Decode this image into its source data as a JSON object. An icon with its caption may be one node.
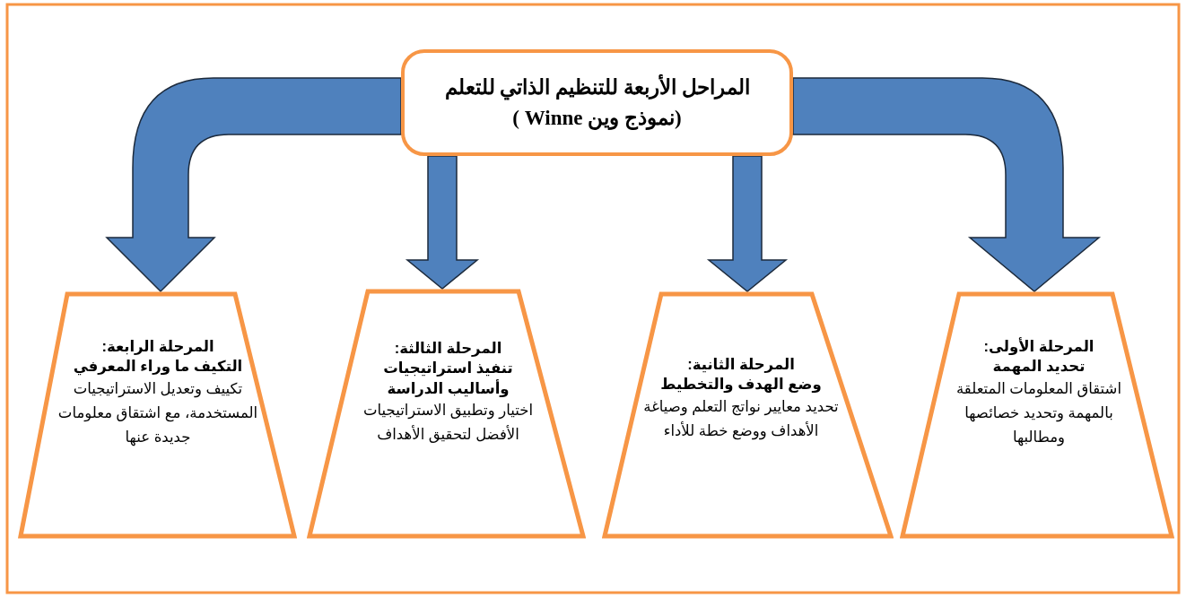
{
  "diagram": {
    "nodes": [
      {
        "text": [
          "المراحل الأربعة للتنظيم الذاتي للتعلم (نموذج وين Winne )"
        ]
      },
      {
        "text": [
          "المرحلة الأولى:",
          "تحديد المهمة",
          "اشتقاق المعلومات المتعلقة بالمهمة وتحديد خصائصها ومطالبها"
        ]
      },
      {
        "text": [
          "المرحلة الثانية:",
          "وضع الهدف والتخطيط",
          "تحديد معايير نواتج التعلم وصياغة الأهداف ووضع خطة للأداء"
        ]
      },
      {
        "text": [
          "المرحلة الثالثة:",
          "تنفيذ استراتيجيات وأساليب الدراسة",
          "اختيار وتطبيق الاستراتيجيات الأفضل لتحقيق الأهداف"
        ]
      },
      {
        "text": [
          "المرحلة الرابعة:",
          "التكيف ما وراء المعرفي",
          "تكييف وتعديل الاستراتيجيات المستخدمة، مع اشتقاق معلومات جديدة عنها"
        ]
      }
    ],
    "edges": [
      {
        "from": 0,
        "to": 1,
        "arrow": "to"
      },
      {
        "from": 0,
        "to": 2,
        "arrow": "to"
      },
      {
        "from": 0,
        "to": 3,
        "arrow": "to"
      },
      {
        "from": 0,
        "to": 4,
        "arrow": "to"
      }
    ]
  }
}
